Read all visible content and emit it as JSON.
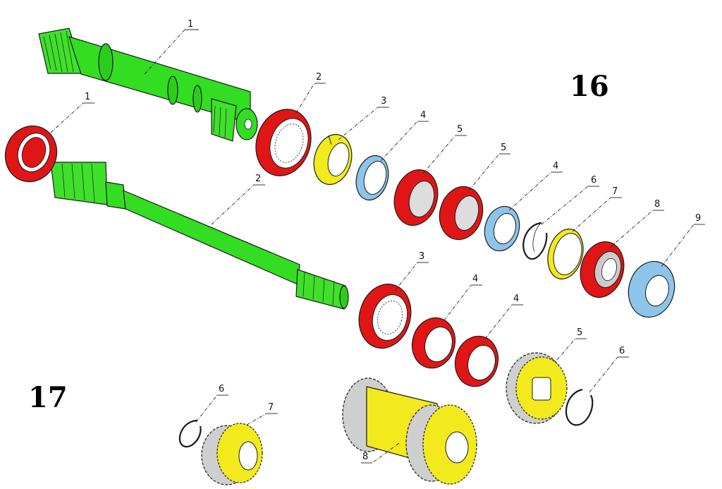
{
  "figures": [
    {
      "id": "16",
      "label": "16"
    },
    {
      "id": "17",
      "label": "17"
    }
  ],
  "callouts": {
    "f16": [
      "1",
      "2",
      "3",
      "4",
      "5",
      "5",
      "4",
      "6",
      "7",
      "8",
      "9"
    ],
    "f17": [
      "1",
      "2",
      "3",
      "4",
      "4",
      "5",
      "6",
      "6",
      "7",
      "8"
    ]
  },
  "colors": {
    "shaft": "#33dd22",
    "bearing": "#e01515",
    "washer": "#8cc4ea",
    "spacer": "#f2ea1c",
    "gear_metal": "#d0d0d0",
    "outline": "#1a1a1a"
  }
}
